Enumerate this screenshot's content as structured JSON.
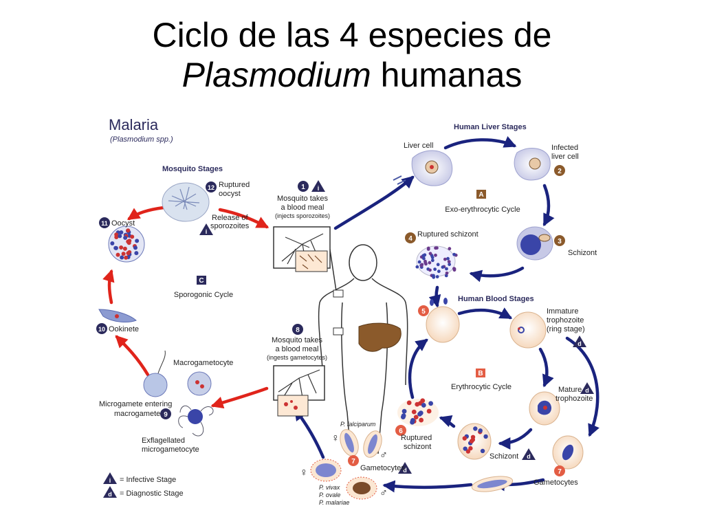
{
  "title": {
    "line1": "Ciclo de las 4 especies de",
    "line2_italic": "Plasmodium",
    "line2_rest": " humanas"
  },
  "header": {
    "name": "Malaria",
    "subtitle": "(Plasmodium spp.)"
  },
  "sections": {
    "liver": "Human Liver Stages",
    "mosquito": "Mosquito Stages",
    "blood": "Human Blood Stages"
  },
  "cycles": {
    "A": {
      "letter": "A",
      "label": "Exo-erythrocytic Cycle"
    },
    "B": {
      "letter": "B",
      "label": "Erythrocytic Cycle"
    },
    "C": {
      "letter": "C",
      "label": "Sporogonic Cycle"
    }
  },
  "stages": {
    "s1": {
      "num": "1",
      "l1": "Mosquito takes",
      "l2": "a blood meal",
      "l3": "(injects sporozoites)"
    },
    "s2": {
      "num": "2",
      "l1": "Infected",
      "l2": "liver cell"
    },
    "liver_cell": "Liver cell",
    "s3": {
      "num": "3",
      "l1": "Schizont"
    },
    "s4": {
      "num": "4",
      "l1": "Ruptured schizont"
    },
    "s5": {
      "num": "5"
    },
    "s6": {
      "num": "6",
      "l1": "Ruptured",
      "l2": "schizont"
    },
    "s7a": {
      "num": "7",
      "l1": "Gametocytes"
    },
    "s7b": {
      "num": "7",
      "l1": "Gametocytes"
    },
    "s8": {
      "num": "8",
      "l1": "Mosquito takes",
      "l2": "a blood meal",
      "l3": "(ingests gametocytes)"
    },
    "s9": {
      "num": "9",
      "l1": "Microgamete entering",
      "l2": "macrogamete"
    },
    "s10": {
      "num": "10",
      "l1": "Ookinete"
    },
    "s11": {
      "num": "11",
      "l1": "Oocyst"
    },
    "s12": {
      "num": "12",
      "l1": "Ruptured",
      "l2": "oocyst",
      "l3": "Release of",
      "l4": "sporozoites"
    },
    "immature": {
      "l1": "Immature",
      "l2": "trophozoite",
      "l3": "(ring stage)"
    },
    "mature": {
      "l1": "Mature",
      "l2": "trophozoite"
    },
    "schizont_blood": "Schizont",
    "macrogametocyte": "Macrogametocyte",
    "exflag": {
      "l1": "Exflagellated",
      "l2": "microgametocyte"
    },
    "pfalciparum": "P. falciparum",
    "species": [
      "P. vivax",
      "P. ovale",
      "P. malariae"
    ]
  },
  "glyphs": {
    "female": "♀",
    "male": "♂",
    "i": "i",
    "d": "d"
  },
  "legend": {
    "infective": "= Infective Stage",
    "diagnostic": "= Diagnostic Stage"
  },
  "colors": {
    "red_arrow": "#e0241b",
    "blue_arrow": "#1a237e",
    "badge": "#2b2a5c",
    "orange": "#e35d44",
    "cell_fill": "#fbe7d3",
    "liver": "#8b5a2b"
  }
}
